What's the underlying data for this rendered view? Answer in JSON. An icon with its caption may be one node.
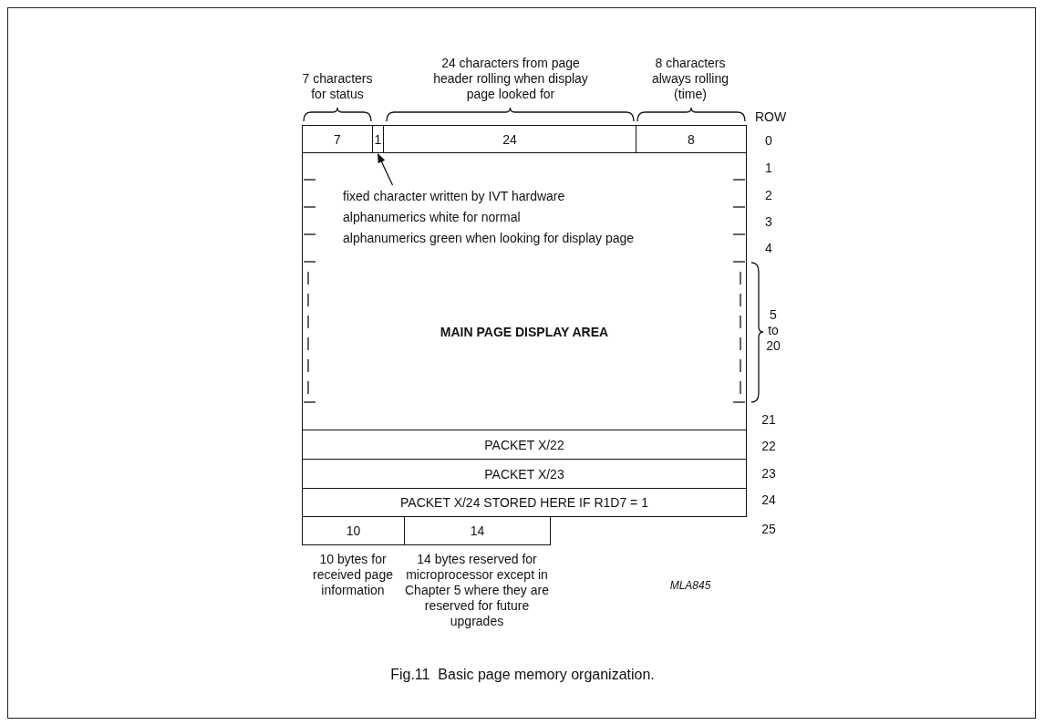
{
  "diagram": {
    "caption": "Fig.11  Basic page memory organization.",
    "nodes": [
      {
        "text": [
          "7"
        ]
      },
      {
        "text": [
          "1"
        ]
      },
      {
        "text": [
          "24"
        ]
      },
      {
        "text": [
          "8"
        ]
      },
      {
        "text": [
          "MAIN PAGE DISPLAY AREA"
        ]
      },
      {
        "text": [
          "fixed character written by IVT hardware",
          "alphanumerics white for normal",
          "alphanumerics green when looking for display page"
        ],
        "in": 4
      },
      {
        "text": [
          "PACKET  X/22"
        ]
      },
      {
        "text": [
          "PACKET  X/23"
        ]
      },
      {
        "text": [
          "PACKET  X/24  STORED HERE IF  R1D7 = 1"
        ]
      },
      {
        "text": [
          "10"
        ]
      },
      {
        "text": [
          "14"
        ]
      }
    ],
    "edges": [
      {
        "from": 5,
        "to": 1,
        "arrow": "to"
      }
    ],
    "labels": [
      "7 characters for status",
      "24 characters from page header rolling when display page looked for",
      "8 characters always rolling (time)",
      "ROW",
      "0",
      "1",
      "2",
      "3",
      "4",
      "5 to 20",
      "21",
      "22",
      "23",
      "24",
      "25",
      "10 bytes for received page information",
      "14 bytes reserved for microprocessor except in Chapter 5 where they are reserved for future upgrades",
      "MLA845"
    ]
  }
}
